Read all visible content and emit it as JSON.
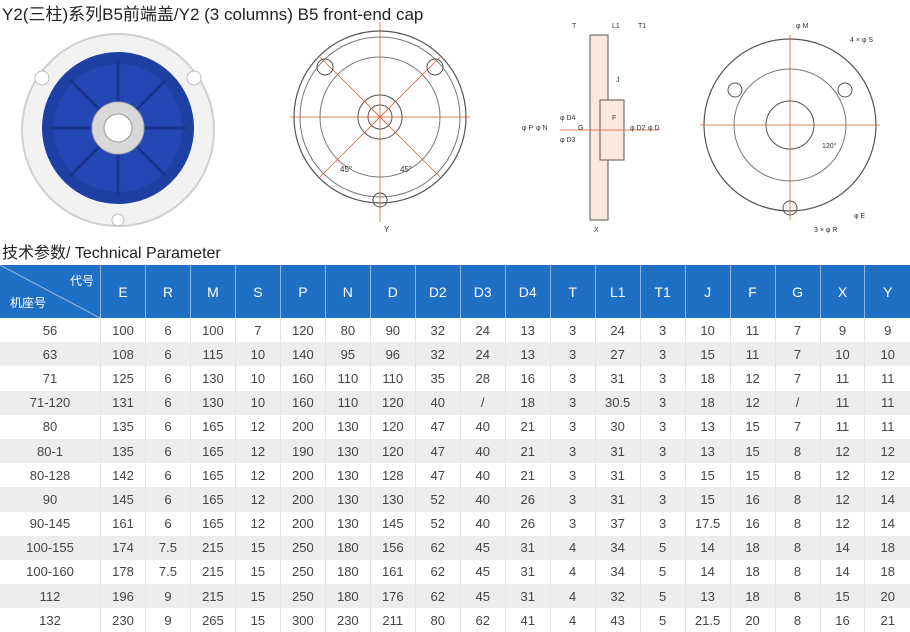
{
  "title": "Y2(三柱)系列B5前端盖/Y2 (3 columns) B5 front-end cap",
  "subtitle": "技术参数/ Technical Parameter",
  "drawings": {
    "front_angles": [
      "45°",
      "45°"
    ],
    "front_dim": "Y",
    "side_dims": [
      "L1",
      "T",
      "T1",
      "J",
      "φ P",
      "φ N",
      "φ D4",
      "φ D3",
      "G",
      "F",
      "φ D2",
      "φ D",
      "X"
    ],
    "right_dims": [
      "φ M",
      "4 × φ S",
      "120°",
      "φ E",
      "3 × φ R"
    ]
  },
  "table": {
    "corner_top": "代号",
    "corner_bottom": "机座号",
    "columns": [
      "E",
      "R",
      "M",
      "S",
      "P",
      "N",
      "D",
      "D2",
      "D3",
      "D4",
      "T",
      "L1",
      "T1",
      "J",
      "F",
      "G",
      "X",
      "Y"
    ],
    "rows": [
      [
        "56",
        "100",
        "6",
        "100",
        "7",
        "120",
        "80",
        "90",
        "32",
        "24",
        "13",
        "3",
        "24",
        "3",
        "10",
        "11",
        "7",
        "9",
        "9"
      ],
      [
        "63",
        "108",
        "6",
        "115",
        "10",
        "140",
        "95",
        "96",
        "32",
        "24",
        "13",
        "3",
        "27",
        "3",
        "15",
        "11",
        "7",
        "10",
        "10"
      ],
      [
        "71",
        "125",
        "6",
        "130",
        "10",
        "160",
        "110",
        "110",
        "35",
        "28",
        "16",
        "3",
        "31",
        "3",
        "18",
        "12",
        "7",
        "11",
        "11"
      ],
      [
        "71-120",
        "131",
        "6",
        "130",
        "10",
        "160",
        "110",
        "120",
        "40",
        "/",
        "18",
        "3",
        "30.5",
        "3",
        "18",
        "12",
        "/",
        "11",
        "11"
      ],
      [
        "80",
        "135",
        "6",
        "165",
        "12",
        "200",
        "130",
        "120",
        "47",
        "40",
        "21",
        "3",
        "30",
        "3",
        "13",
        "15",
        "7",
        "11",
        "11"
      ],
      [
        "80-1",
        "135",
        "6",
        "165",
        "12",
        "190",
        "130",
        "120",
        "47",
        "40",
        "21",
        "3",
        "31",
        "3",
        "13",
        "15",
        "8",
        "12",
        "12"
      ],
      [
        "80-128",
        "142",
        "6",
        "165",
        "12",
        "200",
        "130",
        "128",
        "47",
        "40",
        "21",
        "3",
        "31",
        "3",
        "15",
        "15",
        "8",
        "12",
        "12"
      ],
      [
        "90",
        "145",
        "6",
        "165",
        "12",
        "200",
        "130",
        "130",
        "52",
        "40",
        "26",
        "3",
        "31",
        "3",
        "15",
        "16",
        "8",
        "12",
        "14"
      ],
      [
        "90-145",
        "161",
        "6",
        "165",
        "12",
        "200",
        "130",
        "145",
        "52",
        "40",
        "26",
        "3",
        "37",
        "3",
        "17.5",
        "16",
        "8",
        "12",
        "14"
      ],
      [
        "100-155",
        "174",
        "7.5",
        "215",
        "15",
        "250",
        "180",
        "156",
        "62",
        "45",
        "31",
        "4",
        "34",
        "5",
        "14",
        "18",
        "8",
        "14",
        "18"
      ],
      [
        "100-160",
        "178",
        "7.5",
        "215",
        "15",
        "250",
        "180",
        "161",
        "62",
        "45",
        "31",
        "4",
        "34",
        "5",
        "14",
        "18",
        "8",
        "14",
        "18"
      ],
      [
        "112",
        "196",
        "9",
        "215",
        "15",
        "250",
        "180",
        "176",
        "62",
        "45",
        "31",
        "4",
        "32",
        "5",
        "13",
        "18",
        "8",
        "15",
        "20"
      ],
      [
        "132",
        "230",
        "9",
        "265",
        "15",
        "300",
        "230",
        "211",
        "80",
        "62",
        "41",
        "4",
        "43",
        "5",
        "21.5",
        "20",
        "8",
        "16",
        "21"
      ]
    ]
  }
}
